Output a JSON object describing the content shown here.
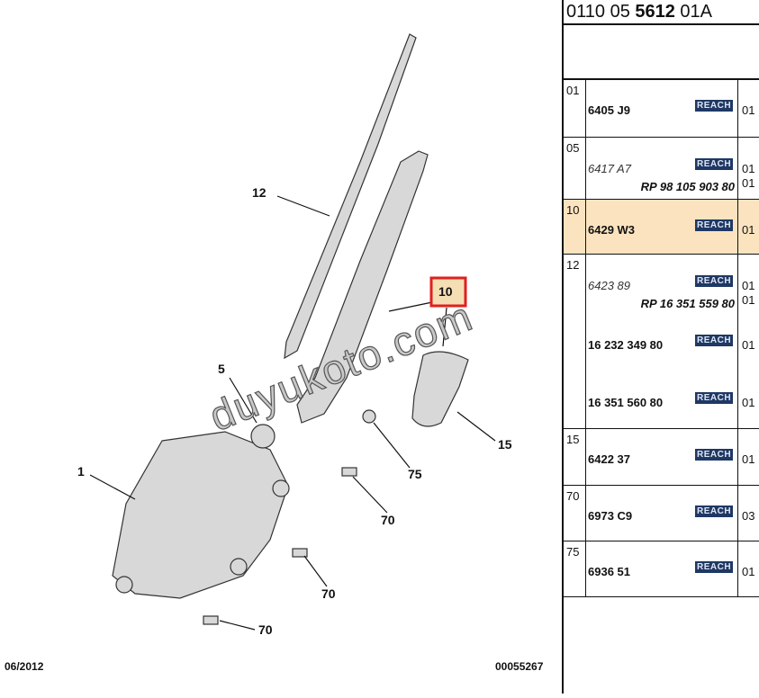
{
  "diagram": {
    "callouts": {
      "blade": "12",
      "arm": "10",
      "washer": "5",
      "motor": "1",
      "cap": "15",
      "nut": "75",
      "screw_a": "70",
      "screw_b": "70",
      "screw_c": "70"
    },
    "date": "06/2012",
    "drawing_no": "00055267",
    "watermark": "duyukoto.com"
  },
  "panel": {
    "title_a": "0110 05 ",
    "title_b": "5612",
    "title_c": " 01A",
    "badge": "REACH",
    "rows": [
      {
        "num": "01",
        "ref": "6405 J9",
        "qty": "01"
      },
      {
        "num": "05",
        "ref": "6417 A7",
        "qty": "01",
        "rp": "RP 98 105 903 80",
        "rp_qty": "01"
      },
      {
        "num": "10",
        "ref": "6429 W3",
        "qty": "01",
        "selected": true
      },
      {
        "num": "12",
        "ref": "6423 89",
        "qty": "01",
        "rp": "RP 16 351 559 80",
        "rp_qty": "01",
        "extra": [
          {
            "ref": "16 232 349 80",
            "qty": "01"
          },
          {
            "ref": "16 351 560 80",
            "qty": "01"
          }
        ]
      },
      {
        "num": "15",
        "ref": "6422 37",
        "qty": "01"
      },
      {
        "num": "70",
        "ref": "6973 C9",
        "qty": "03"
      },
      {
        "num": "75",
        "ref": "6936 51",
        "qty": "01"
      }
    ]
  },
  "colors": {
    "highlight": "#fbe3bf",
    "badge": "#1f3864",
    "callout_box": "#e0201f"
  }
}
